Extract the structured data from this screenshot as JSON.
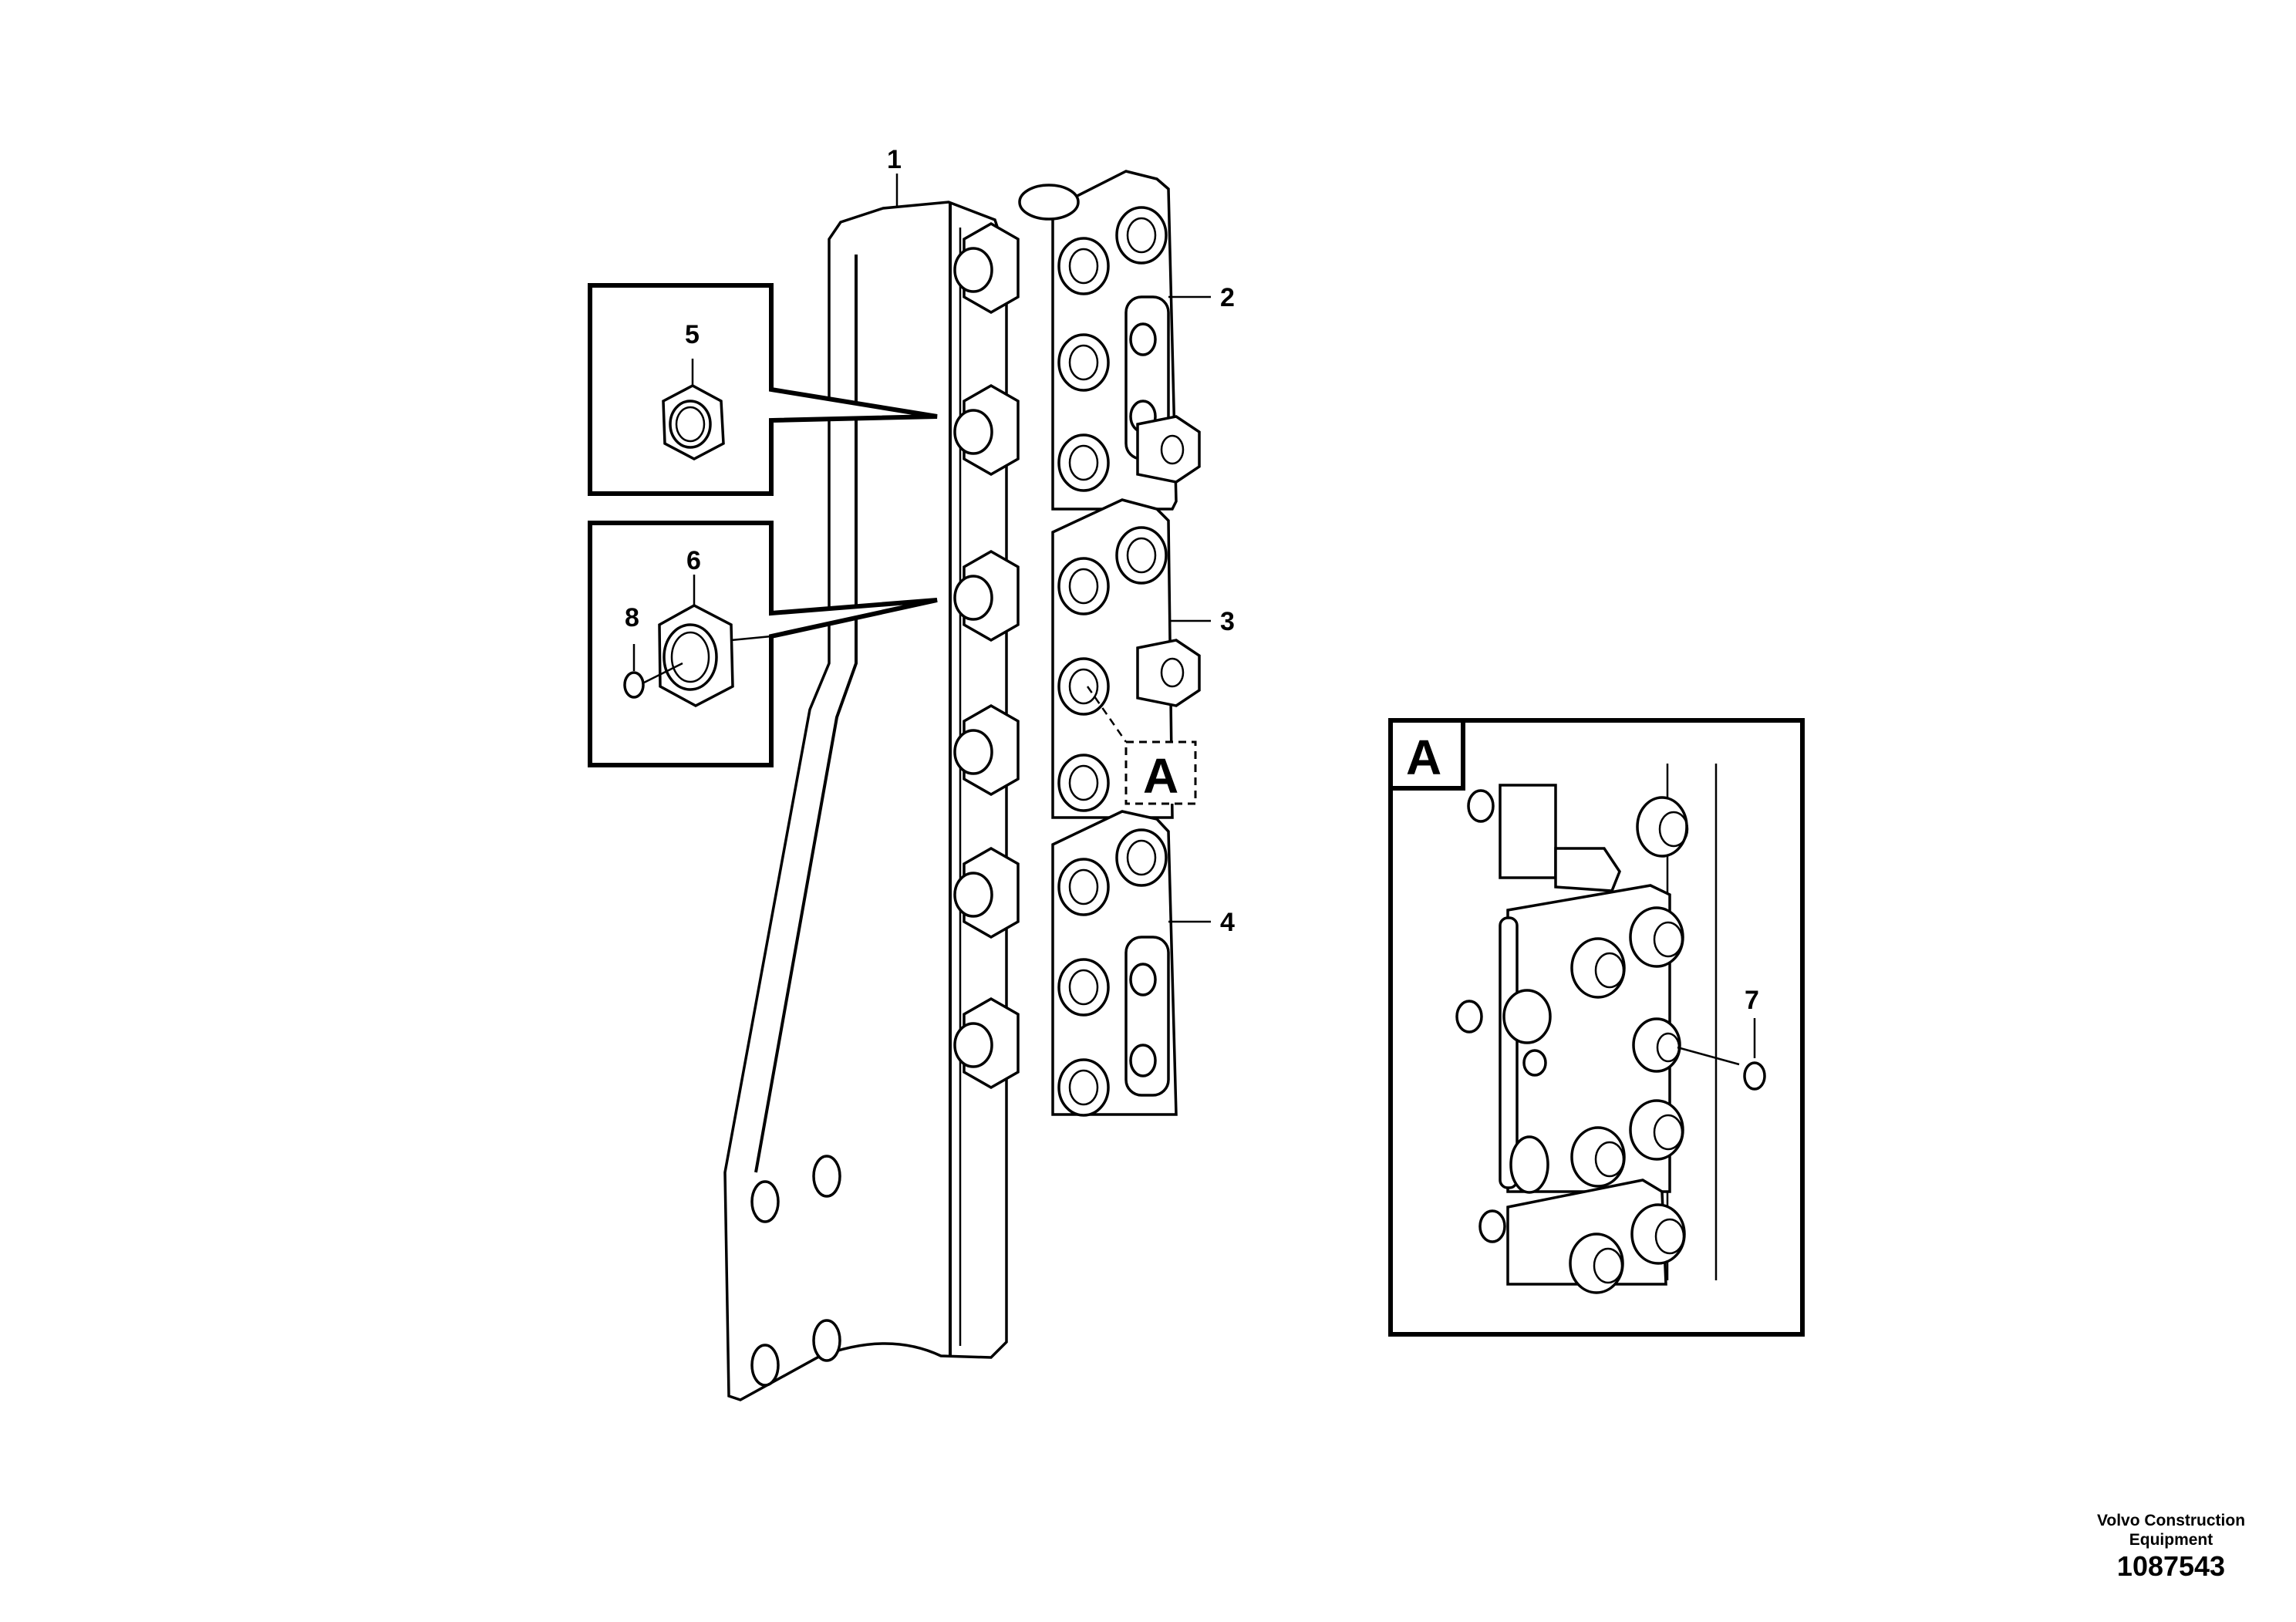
{
  "callouts": {
    "c1": "1",
    "c2": "2",
    "c3": "3",
    "c4": "4",
    "c5": "5",
    "c6": "6",
    "c7": "7",
    "c8": "8"
  },
  "detail": {
    "marker_label": "A",
    "panel_label": "A"
  },
  "credit": {
    "company_line1": "Volvo Construction",
    "company_line2": "Equipment",
    "drawing_number": "1087543"
  }
}
